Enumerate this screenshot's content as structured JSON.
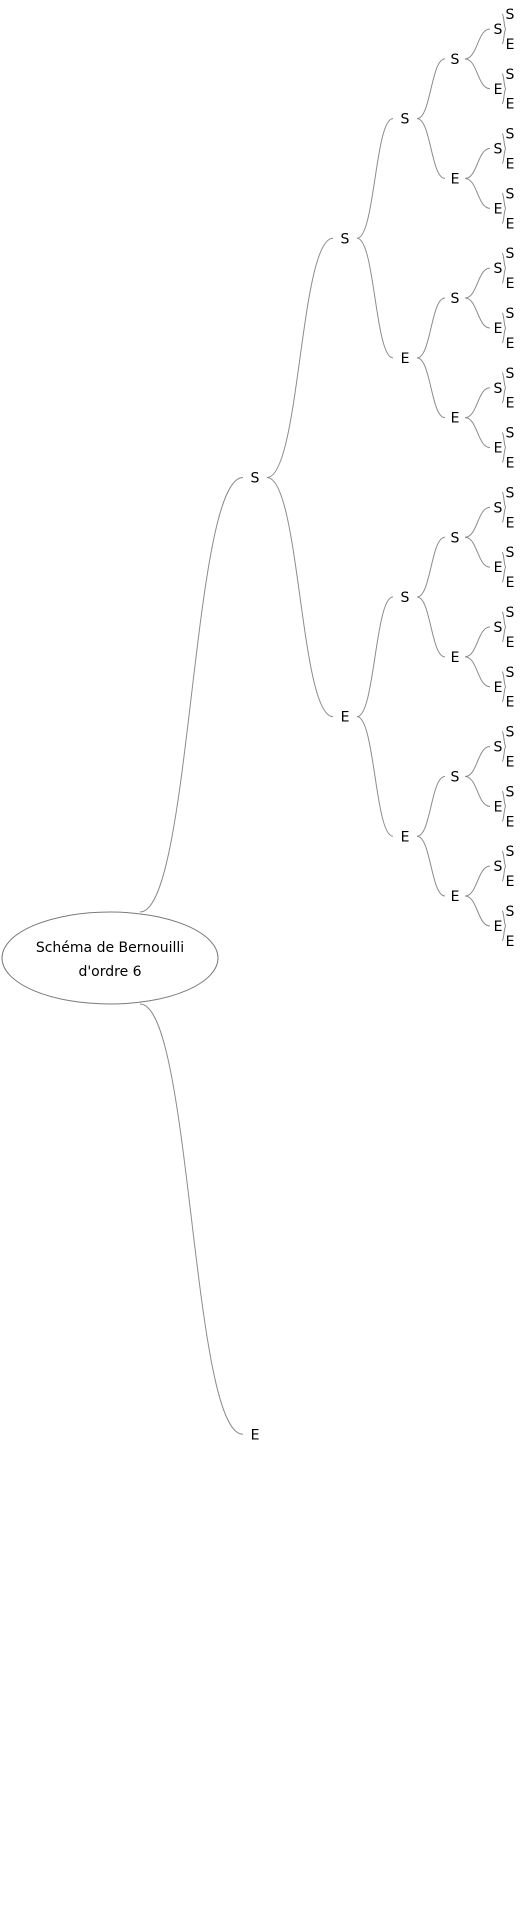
{
  "diagram": {
    "root_title": [
      "Schéma de Bernouilli",
      "d'ordre 6"
    ],
    "branch_labels": [
      "S",
      "E"
    ],
    "depth": 6
  }
}
